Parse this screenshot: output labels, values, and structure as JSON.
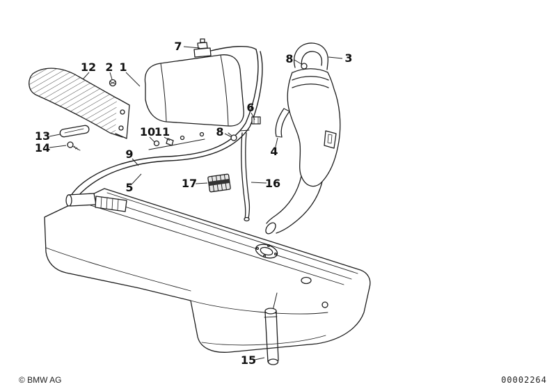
{
  "diagram": {
    "callouts": [
      {
        "label": "7"
      },
      {
        "label": "8"
      },
      {
        "label": "3"
      },
      {
        "label": "12"
      },
      {
        "label": "2"
      },
      {
        "label": "1"
      },
      {
        "label": "6"
      },
      {
        "label": "13"
      },
      {
        "label": "14"
      },
      {
        "label": "10"
      },
      {
        "label": "11"
      },
      {
        "label": "8"
      },
      {
        "label": "4"
      },
      {
        "label": "9"
      },
      {
        "label": "5"
      },
      {
        "label": "17"
      },
      {
        "label": "16"
      },
      {
        "label": "15"
      }
    ]
  },
  "footer": {
    "copyright": "© BMW AG",
    "drawing_number": "00002264"
  }
}
